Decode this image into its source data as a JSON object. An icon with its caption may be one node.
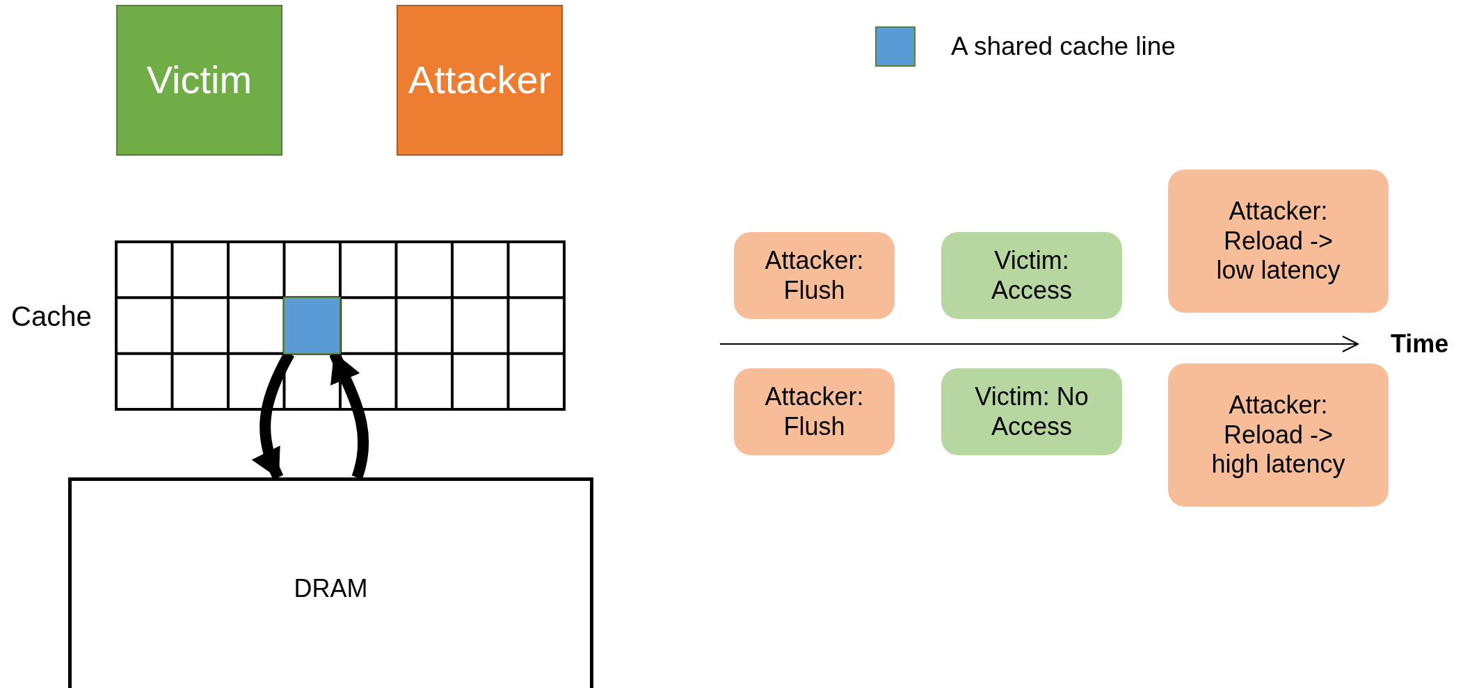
{
  "diagram": {
    "nodes": [
      {
        "text": [
          "Victim"
        ]
      },
      {
        "text": [
          "Attacker"
        ]
      },
      {
        "text": [],
        "shape": "box",
        "beside": [
          "Cache"
        ]
      },
      {
        "text": [],
        "shape": "box",
        "in": 2
      },
      {
        "text": [
          "DRAM"
        ]
      },
      {
        "text": [
          "Attacker: Flush"
        ]
      },
      {
        "text": [
          "Victim: Access"
        ]
      },
      {
        "text": [
          "Attacker: Reload -> low latency"
        ]
      },
      {
        "text": [
          "Attacker: Flush"
        ]
      },
      {
        "text": [
          "Victim: No Access"
        ]
      },
      {
        "text": [
          "Attacker: Reload -> high latency"
        ]
      }
    ],
    "edges": [
      {
        "from": 3,
        "to": 4,
        "arrow": "to"
      },
      {
        "from": 4,
        "to": 3,
        "arrow": "to"
      }
    ],
    "labels": [
      "Time"
    ],
    "legend": [
      {
        "text": "A shared cache line",
        "color": "#5b9bd5"
      }
    ]
  }
}
